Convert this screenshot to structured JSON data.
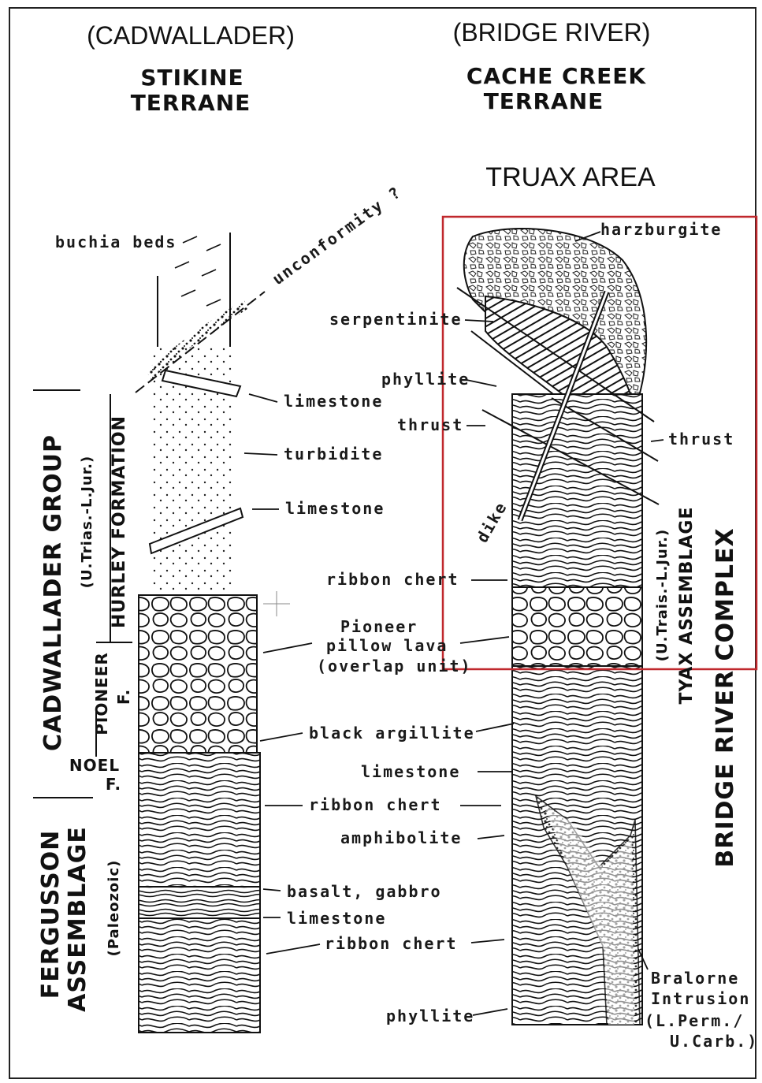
{
  "left_column": {
    "location": "(CADWALLADER)",
    "terrane_line1": "STIKINE",
    "terrane_line2": "TERRANE",
    "group_name": "CADWALLADER GROUP",
    "group_age": "(U.Trias.-L.Jur.)",
    "formation_hurley": "HURLEY FORMATION",
    "formation_pioneer": "PIONEER",
    "formation_pioneer_abbr": "F.",
    "formation_noel": "NOEL",
    "formation_noel_abbr": "F.",
    "assemblage_line1": "FERGUSSON",
    "assemblage_line2": "ASSEMBLAGE",
    "assemblage_age": "(Paleozoic)",
    "unconformity": "unconformity ?",
    "buchia_beds": "buchia beds"
  },
  "right_column": {
    "location": "(BRIDGE RIVER)",
    "terrane_line1": "CACHE CREEK",
    "terrane_line2": "TERRANE",
    "area_title": "TRUAX AREA",
    "complex_name": "BRIDGE RIVER COMPLEX",
    "assemblage_name": "TYAX ASSEMBLAGE",
    "assemblage_age": "(U.Trais.-L.Jur.)",
    "dike": "dike",
    "thrust_right": "thrust",
    "intrusion_line1": "Bralorne",
    "intrusion_line2": "Intrusion",
    "intrusion_age1": "(L.Perm./",
    "intrusion_age2": "U.Carb.)"
  },
  "center_labels": {
    "harzburgite": "harzburgite",
    "serpentinite": "serpentinite",
    "phyllite_top": "phyllite",
    "limestone_1": "limestone",
    "thrust": "thrust",
    "turbidite": "turbidite",
    "limestone_2": "limestone",
    "ribbon_chert_1": "ribbon chert",
    "pioneer_1": "Pioneer",
    "pioneer_2": "pillow lava",
    "pioneer_3": "(overlap unit)",
    "black_argillite": "black argillite",
    "limestone_3": "limestone",
    "ribbon_chert_2": "ribbon chert",
    "amphibolite": "amphibolite",
    "basalt_gabbro": "basalt, gabbro",
    "limestone_4": "limestone",
    "ribbon_chert_3": "ribbon chert",
    "phyllite_bottom": "phyllite"
  },
  "colors": {
    "highlight_box": "#c0282d",
    "area_title": "#1f2a8c",
    "ink": "#111111"
  }
}
